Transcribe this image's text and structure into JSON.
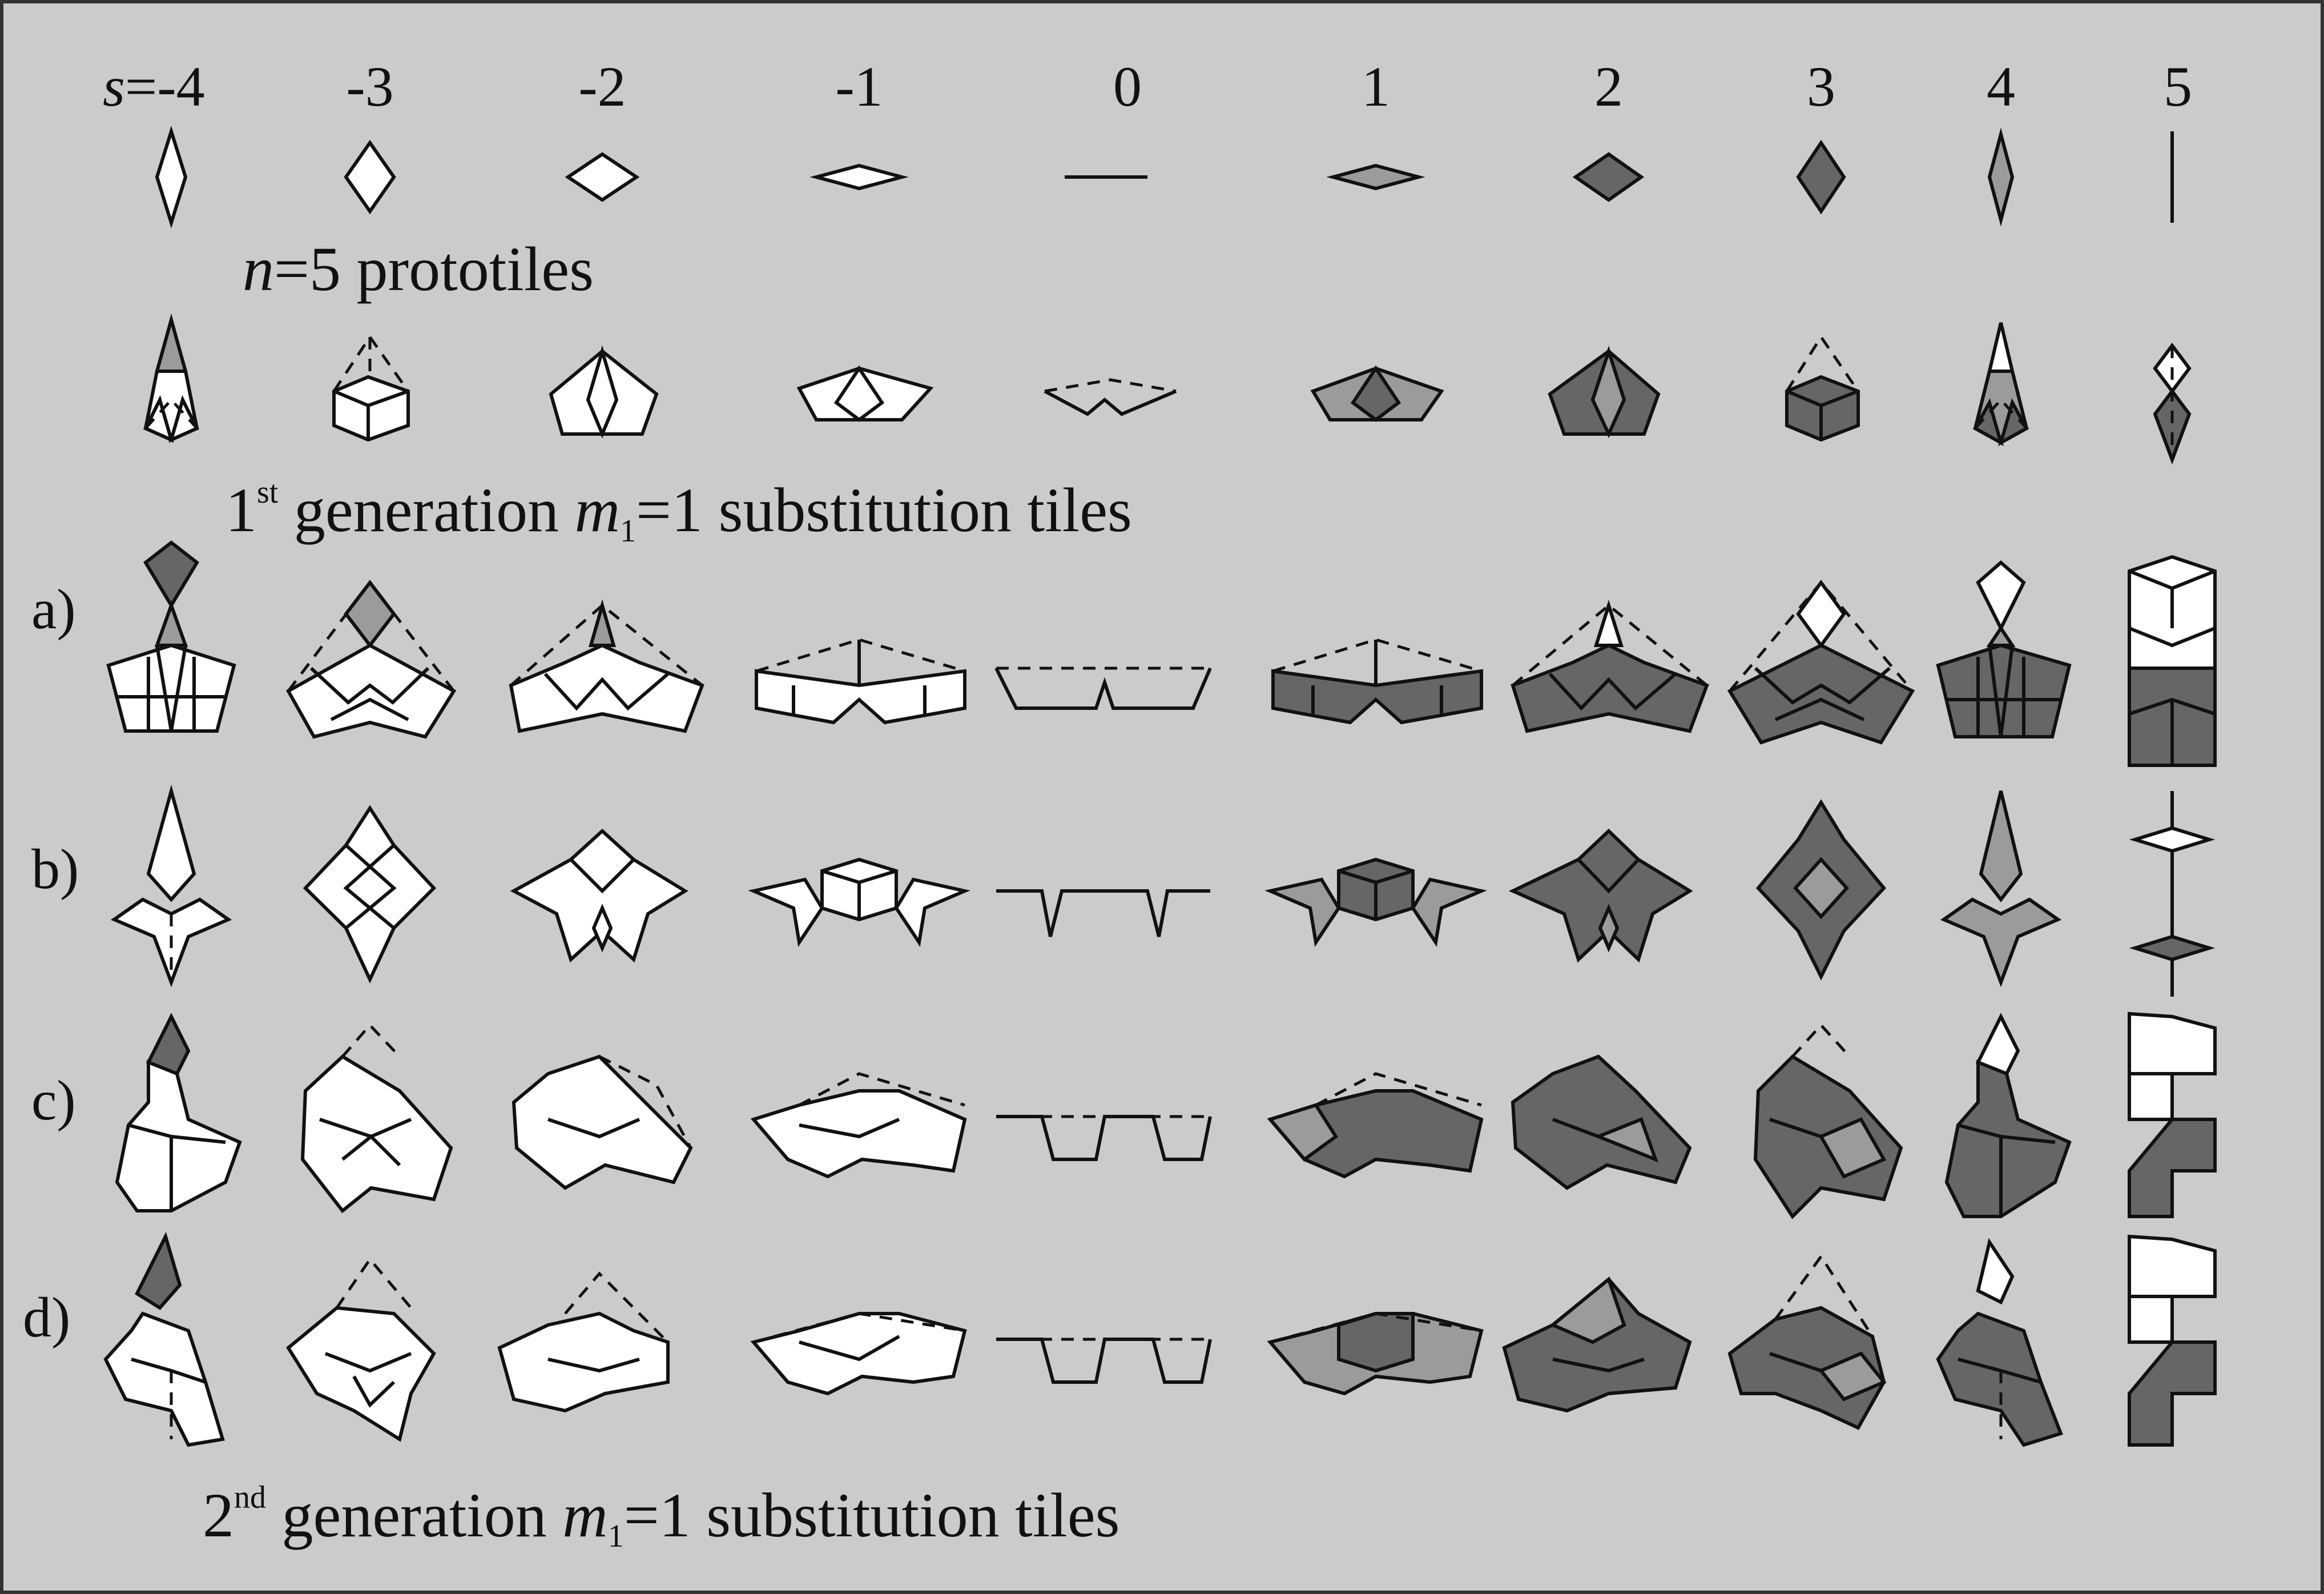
{
  "header": {
    "s_prefix": "s",
    "columns": [
      "=-4",
      "-3",
      "-2",
      "-1",
      "0",
      "1",
      "2",
      "3",
      "4",
      "5"
    ]
  },
  "captions": {
    "prototiles": {
      "n": "n",
      "rest": "=5  prototiles"
    },
    "gen1": {
      "num": "1",
      "sup": "st",
      "mid": " generation ",
      "m": "m",
      "sub": "1",
      "rest": "=1 substitution tiles"
    },
    "gen2": {
      "num": "2",
      "sup": "nd",
      "mid": " generation ",
      "m": "m",
      "sub": "1",
      "rest": "=1 substitution tiles"
    }
  },
  "row_labels": [
    "a)",
    "b)",
    "c)",
    "d)"
  ],
  "colors": {
    "background": "#cbcbcb",
    "white_tile": "#ffffff",
    "light_gray_tile": "#9b9b9b",
    "dark_gray_tile": "#666666",
    "stroke": "#111111"
  }
}
